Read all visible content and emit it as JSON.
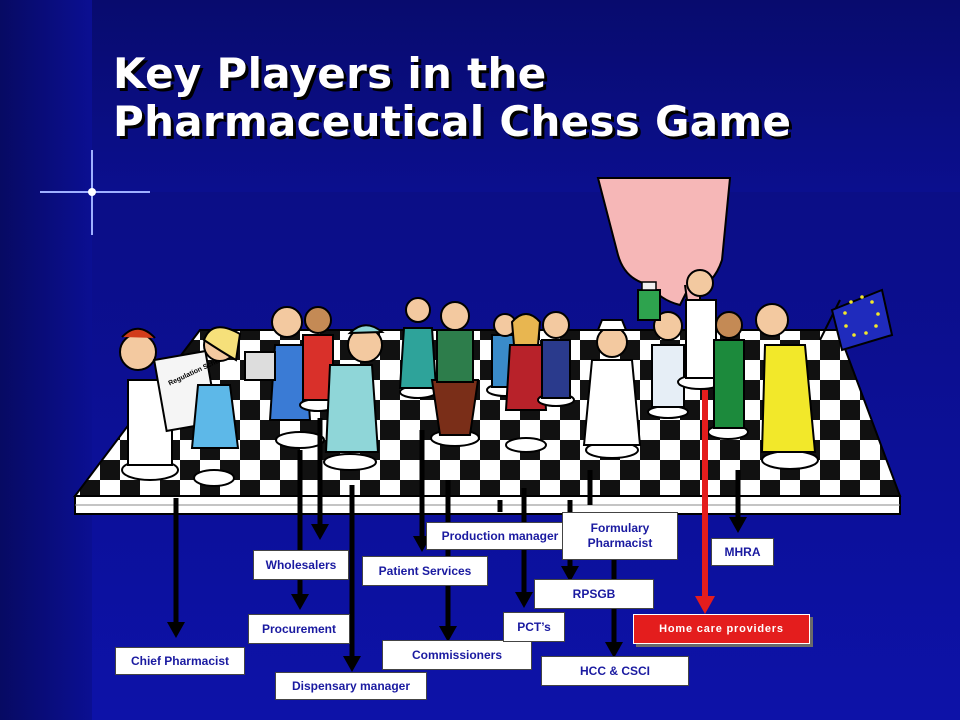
{
  "slide": {
    "title_line1": "Key Players in the",
    "title_line2": "Pharmaceutical Chess Game"
  },
  "figure": {
    "newspaper_text": "Regulation Scheme"
  },
  "labels": {
    "chief_pharmacist": "Chief Pharmacist",
    "wholesalers": "Wholesalers",
    "procurement": "Procurement",
    "dispensary_manager": "Dispensary manager",
    "patient_services": "Patient Services",
    "production_manager": "Production manager",
    "commissioners": "Commissioners",
    "pcts": "PCT’s",
    "formulary_pharmacist": "Formulary Pharmacist",
    "rpsgb": "RPSGB",
    "hcc_csci": "HCC & CSCI",
    "mhra": "MHRA",
    "home_care_providers": "Home care providers"
  },
  "colors": {
    "background": "#0b0f96",
    "label_text": "#1a1aa0",
    "highlight": "#e41d1d",
    "eu_flag": "#1f2bbd"
  }
}
